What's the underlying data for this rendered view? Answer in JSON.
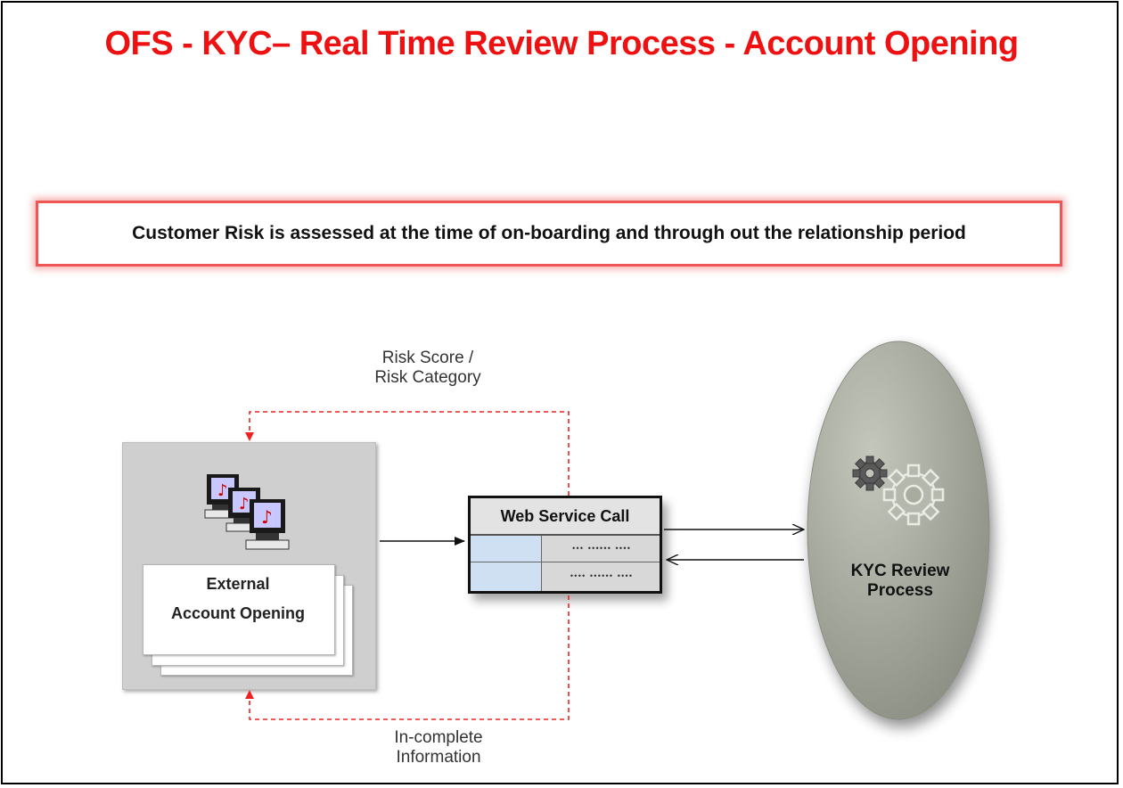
{
  "title": "OFS - KYC– Real Time Review Process -  Account Opening",
  "banner": "Customer Risk is assessed at the time of on-boarding and through out the relationship period",
  "external": {
    "line1": "External",
    "line2": "Account Opening"
  },
  "web_service": {
    "label": "Web Service Call",
    "rows": [
      "••• •••••• ••••",
      "•••• •••••• ••••"
    ]
  },
  "kyc": {
    "line1": "KYC Review",
    "line2": "Process"
  },
  "flows": {
    "risk_line1": "Risk Score /",
    "risk_line2": "Risk Category",
    "incomplete_line1": "In-complete",
    "incomplete_line2": "Information"
  },
  "icons": [
    "computer-terminals-icon",
    "gears-icon"
  ],
  "colors": {
    "title": "#ee1111",
    "banner_border": "#ee5555",
    "dashed_arrow": "#ee2222",
    "ellipse": "#9a9e92"
  }
}
